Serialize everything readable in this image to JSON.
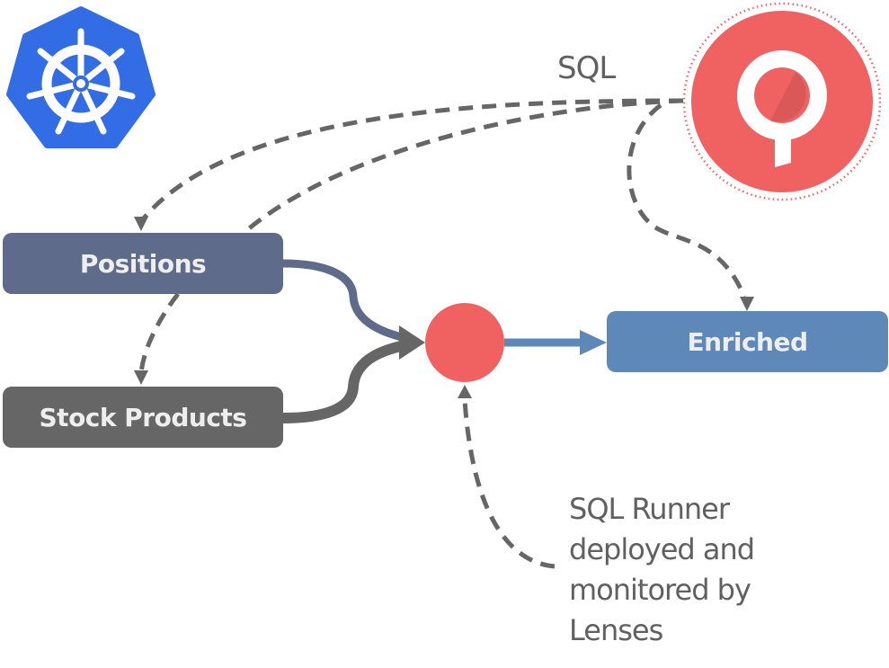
{
  "diagram": {
    "nodes": {
      "positions": {
        "label": "Positions",
        "color": "#5f6b8a"
      },
      "stock_products": {
        "label": "Stock Products",
        "color": "#666666"
      },
      "enriched": {
        "label": "Enriched",
        "color": "#5e88b8"
      },
      "processor": {
        "label": "",
        "color": "#f06262"
      }
    },
    "logos": {
      "kubernetes": {
        "icon": "kubernetes-helm-icon",
        "color": "#326de6"
      },
      "lenses": {
        "icon": "lenses-logo-icon",
        "color": "#f06262"
      }
    },
    "labels": {
      "sql": "SQL",
      "runner_lines": [
        "SQL Runner",
        "deployed and",
        "monitored by",
        "Lenses"
      ]
    },
    "edges": [
      {
        "from": "positions",
        "to": "processor",
        "style": "solid",
        "color": "#5f6b8a"
      },
      {
        "from": "stock_products",
        "to": "processor",
        "style": "solid",
        "color": "#666666"
      },
      {
        "from": "processor",
        "to": "enriched",
        "style": "solid",
        "color": "#5e88b8"
      },
      {
        "from": "lenses",
        "to": "positions",
        "style": "dashed",
        "color": "#666666"
      },
      {
        "from": "lenses",
        "to": "stock_products",
        "style": "dashed",
        "color": "#666666",
        "via": "positions"
      },
      {
        "from": "lenses",
        "to": "enriched",
        "style": "dashed",
        "color": "#666666"
      },
      {
        "from": "runner_label",
        "to": "processor",
        "style": "dashed",
        "color": "#666666"
      }
    ]
  }
}
